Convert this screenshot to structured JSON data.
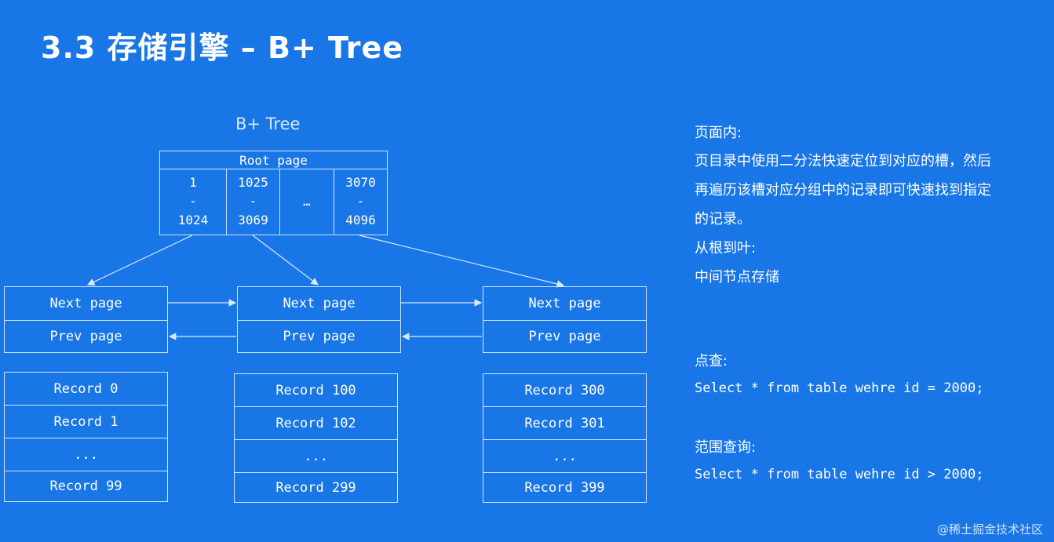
{
  "title": "3.3 存储引擎 – B+ Tree",
  "tree_caption": "B+ Tree",
  "root": {
    "header": "Root page",
    "cells": [
      {
        "top": "1",
        "mid": "-",
        "bottom": "1024"
      },
      {
        "top": "1025",
        "mid": "-",
        "bottom": "3069"
      },
      {
        "top": "",
        "mid": "…",
        "bottom": ""
      },
      {
        "top": "3070",
        "mid": "-",
        "bottom": "4096"
      }
    ]
  },
  "leaves": [
    {
      "next": "Next page",
      "prev": "Prev page",
      "records": [
        "Record 0",
        "Record 1",
        "...",
        "Record 99"
      ]
    },
    {
      "next": "Next page",
      "prev": "Prev page",
      "records": [
        "Record 100",
        "Record 102",
        "...",
        "Record 299"
      ]
    },
    {
      "next": "Next page",
      "prev": "Prev page",
      "records": [
        "Record 300",
        "Record 301",
        "...",
        "Record 399"
      ]
    }
  ],
  "notes": {
    "page_inner_heading": "页面内:",
    "page_inner_line1": "页目录中使用二分法快速定位到对应的槽，然后",
    "page_inner_line2": "再遍历该槽对应分组中的记录即可快速找到指定",
    "page_inner_line3": "的记录。",
    "root_to_leaf_heading": "从根到叶:",
    "root_to_leaf_text": "中间节点存储",
    "point_query_heading": "点查:",
    "point_query_sql": "Select * from table wehre id = 2000;",
    "range_query_heading": "范围查询:",
    "range_query_sql": "Select * from table wehre id > 2000;"
  },
  "watermark": "@稀土掘金技术社区"
}
